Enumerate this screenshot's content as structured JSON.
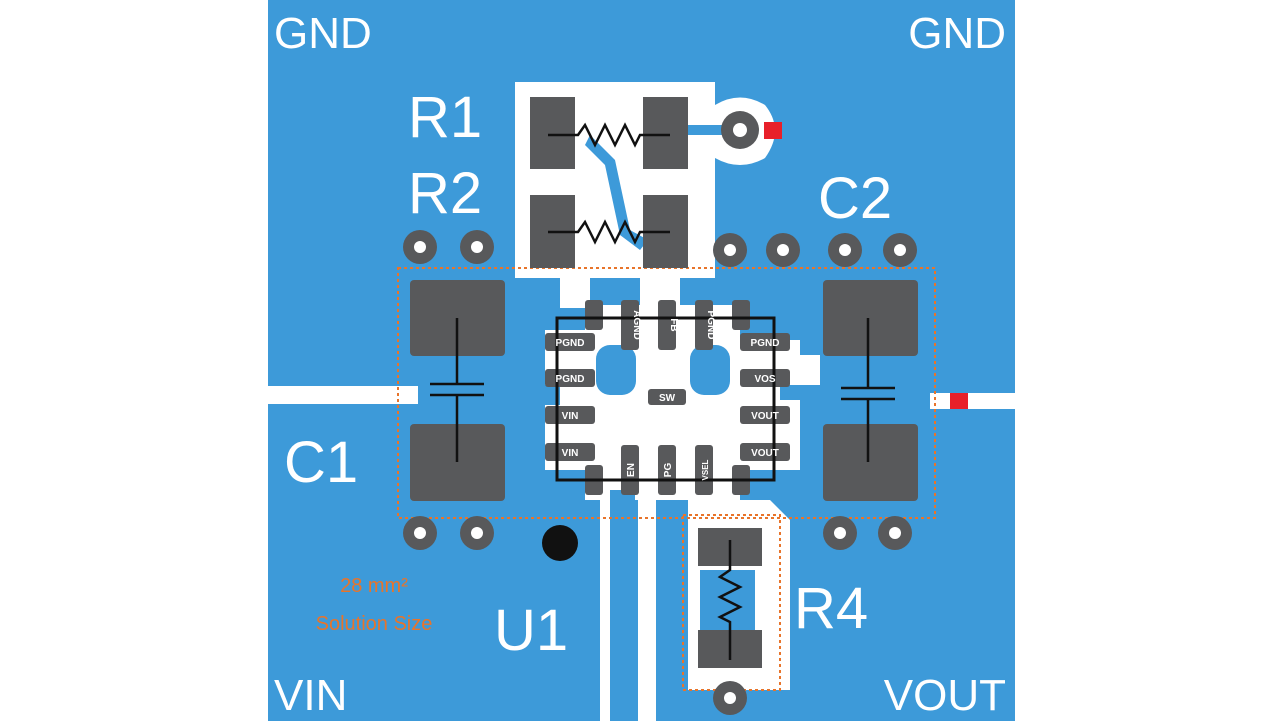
{
  "colors": {
    "board": "#3d9ad9",
    "pad": "#58595b",
    "trace": "#ffffff",
    "outline": "#e8742a",
    "marker": "#e8202a",
    "symbol": "#111111"
  },
  "corners": {
    "top_left": "GND",
    "top_right": "GND",
    "bottom_left": "VIN",
    "bottom_right": "VOUT"
  },
  "designators": {
    "r1": "R1",
    "r2": "R2",
    "c1": "C1",
    "c2": "C2",
    "u1": "U1",
    "r4": "R4"
  },
  "ic_pins": {
    "left": [
      "PGND",
      "PGND",
      "VIN",
      "VIN"
    ],
    "right": [
      "PGND",
      "VOS",
      "VOUT",
      "VOUT"
    ],
    "top": [
      "AGND",
      "FB",
      "PGND"
    ],
    "bottom": [
      "EN",
      "PG",
      "VSEL"
    ],
    "center": "SW"
  },
  "note": {
    "line1": "28 mm²",
    "line2": "Solution Size"
  }
}
